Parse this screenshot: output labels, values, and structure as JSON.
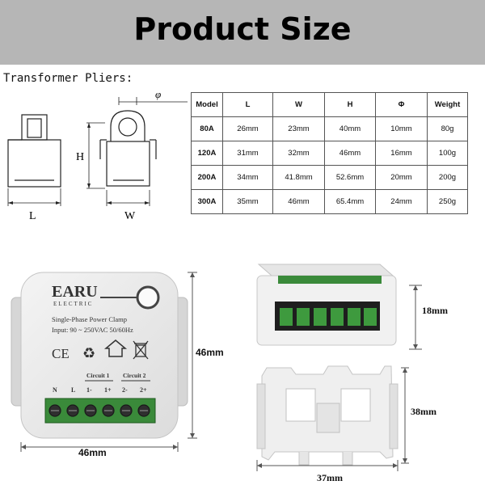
{
  "header": {
    "title": "Product Size"
  },
  "transformer": {
    "label": "Transformer Pliers:",
    "phi": "φ",
    "h": "H",
    "l": "L",
    "w": "W"
  },
  "spec_table": {
    "columns": [
      "Model",
      "L",
      "W",
      "H",
      "Φ",
      "Weight"
    ],
    "rows": [
      [
        "80A",
        "26mm",
        "23mm",
        "40mm",
        "10mm",
        "80g"
      ],
      [
        "120A",
        "31mm",
        "32mm",
        "46mm",
        "16mm",
        "100g"
      ],
      [
        "200A",
        "34mm",
        "41.8mm",
        "52.6mm",
        "20mm",
        "200g"
      ],
      [
        "300A",
        "35mm",
        "46mm",
        "65.4mm",
        "24mm",
        "250g"
      ]
    ]
  },
  "device": {
    "brand": "EARU",
    "brand_sub": "ELECTRIC",
    "product_name": "Single-Phase Power Clamp",
    "input": "Input: 90 ~ 250VAC 50/60Hz",
    "circuit1": "Circuit 1",
    "circuit2": "Circuit 2",
    "terminals": [
      "N",
      "L",
      "1-",
      "1+",
      "2-",
      "2+"
    ],
    "height_label": "46mm",
    "width_label": "46mm"
  },
  "side_view": {
    "depth_label": "18mm"
  },
  "bracket": {
    "height_label": "38mm",
    "width_label": "37mm"
  }
}
